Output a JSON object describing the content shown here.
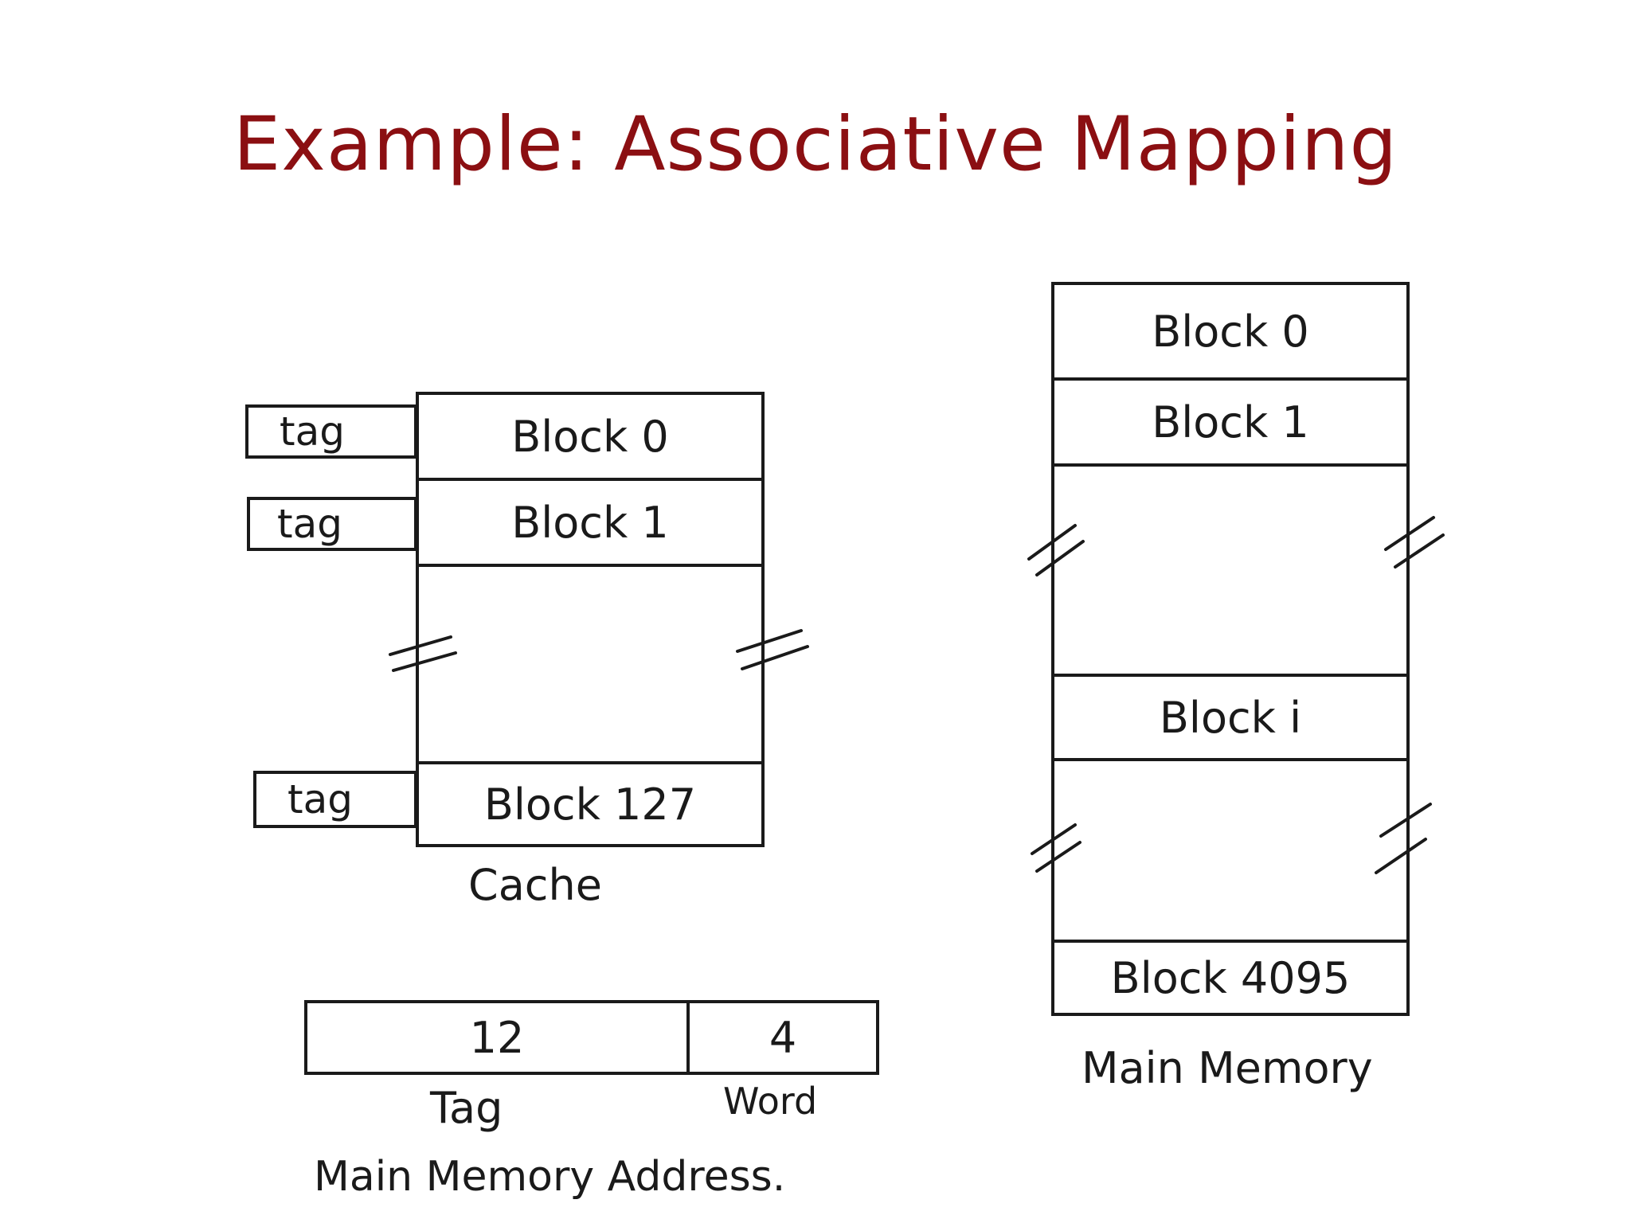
{
  "title": "Example: Associative Mapping",
  "cache": {
    "blocks": [
      "Block 0",
      "Block 1",
      "Block 127"
    ],
    "tag_label": "tag",
    "caption": "Cache"
  },
  "main_memory": {
    "blocks": [
      "Block 0",
      "Block 1",
      "Block i",
      "Block 4095"
    ],
    "caption": "Main Memory"
  },
  "address": {
    "tag_bits": "12",
    "word_bits": "4",
    "tag_label": "Tag",
    "word_label": "Word",
    "caption": "Main Memory Address."
  }
}
